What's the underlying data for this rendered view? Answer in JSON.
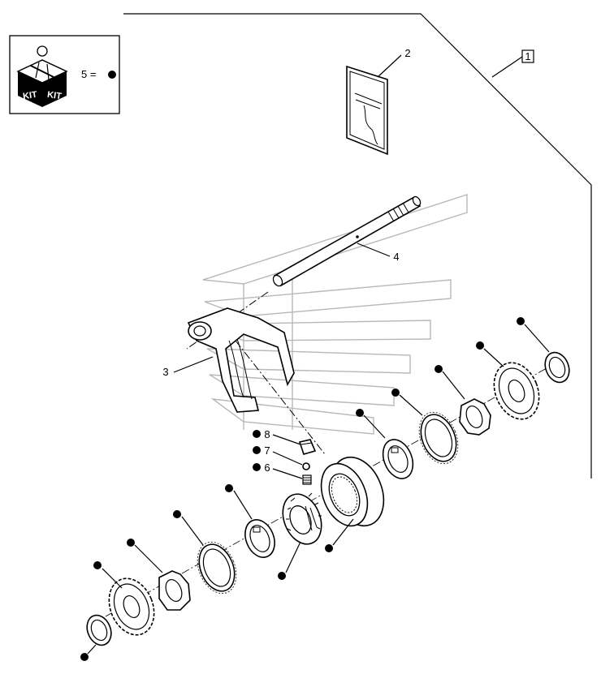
{
  "kit_box": {
    "kit_word": "KIT",
    "legend_text": "5 ="
  },
  "callouts": {
    "group_ref": "1",
    "manual": "2",
    "fork": "3",
    "shaft": "4",
    "detent_spring": "6",
    "detent_ball": "7",
    "retainer": "8"
  },
  "icons": {
    "kit": "kit-box-icon",
    "kit_item_marker": "filled-dot-icon"
  },
  "colors": {
    "line": "#000000",
    "watermark": "#b8b8b8",
    "background": "#ffffff"
  }
}
